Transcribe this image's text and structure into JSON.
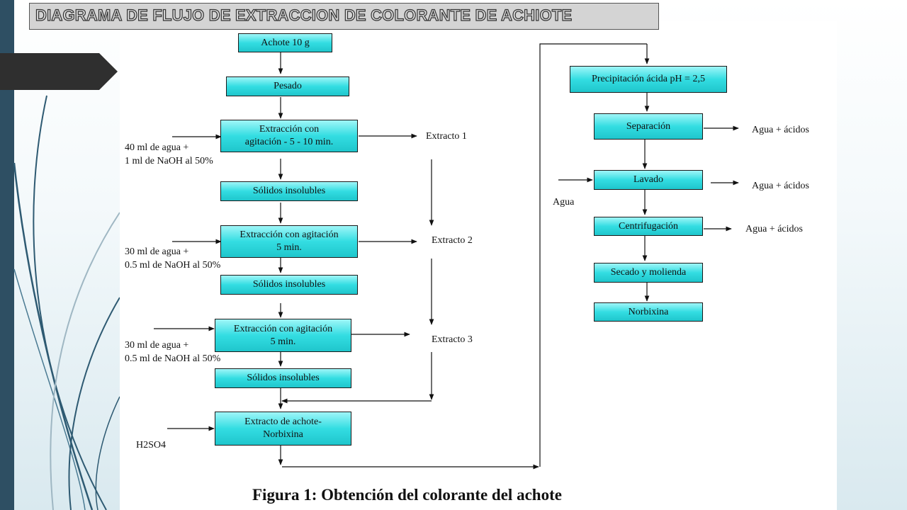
{
  "title": "DIAGRAMA DE FLUJO DE EXTRACCION DE COLORANTE DE  ACHIOTE",
  "caption": "Figura 1: Obtención del colorante del achote",
  "boxes": {
    "achote": "Achote 10 g",
    "pesado": "Pesado",
    "extraccion1": "Extracción  con\nagitación -    5 - 10 min.",
    "solidos1": "Sólidos insolubles",
    "extraccion2": "Extracción con agitación\n5  min.",
    "solidos2": "Sólidos insolubles",
    "extraccion3": "Extracción con agitación\n5  min.",
    "solidos3": "Sólidos insolubles",
    "extracto_norbixina": "Extracto de achote-\nNorbixina",
    "precipitacion": "Precipitación ácida  pH = 2,5",
    "separacion": "Separación",
    "lavado": "Lavado",
    "centrifugacion": "Centrifugación",
    "secado": "Secado y molienda",
    "norbixina": "Norbixina"
  },
  "labels": {
    "input1": "40 ml de agua +\n1 ml de NaOH  al 50%",
    "input2": "30 ml de agua +\n0.5 ml de NaOH  al 50%",
    "input3": "30 ml de agua +\n0.5 ml de NaOH  al 50%",
    "h2so4": "H2SO4",
    "extracto1": "Extracto 1",
    "extracto2": "Extracto 2",
    "extracto3": "Extracto 3",
    "agua": "Agua",
    "agua_acidos1": "Agua  + ácidos",
    "agua_acidos2": "Agua  + ácidos",
    "agua_acidos3": "Agua  + ácidos"
  },
  "colors": {
    "box_fill": "#33dde2",
    "sidebar": "#2e4f63",
    "title_bg": "#d4d4d4"
  }
}
